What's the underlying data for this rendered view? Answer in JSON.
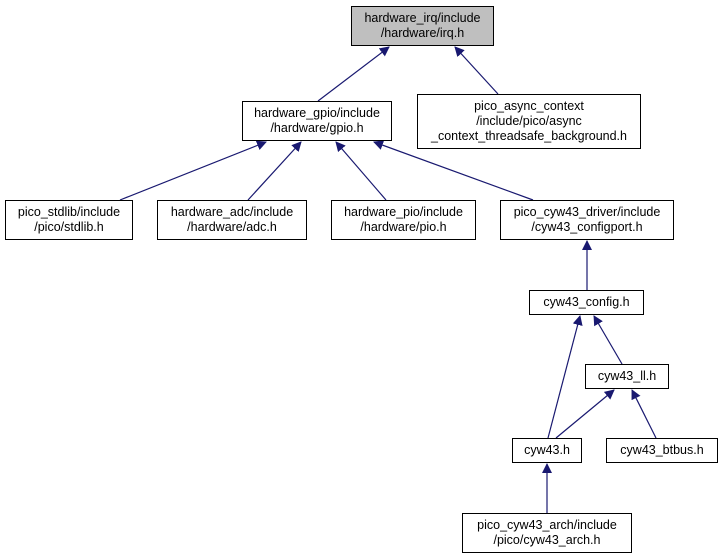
{
  "colors": {
    "edge": "#191970",
    "node_border": "#000000",
    "root_fill": "#bfbfbf",
    "node_fill": "#ffffff"
  },
  "nodes": {
    "irq_h": {
      "lines": [
        "hardware_irq/include",
        "/hardware/irq.h"
      ]
    },
    "gpio_h": {
      "lines": [
        "hardware_gpio/include",
        "/hardware/gpio.h"
      ]
    },
    "async_tsb": {
      "lines": [
        "pico_async_context",
        "/include/pico/async",
        "_context_threadsafe_background.h"
      ]
    },
    "stdlib_h": {
      "lines": [
        "pico_stdlib/include",
        "/pico/stdlib.h"
      ]
    },
    "adc_h": {
      "lines": [
        "hardware_adc/include",
        "/hardware/adc.h"
      ]
    },
    "pio_h": {
      "lines": [
        "hardware_pio/include",
        "/hardware/pio.h"
      ]
    },
    "cfgport_h": {
      "lines": [
        "pico_cyw43_driver/include",
        "/cyw43_configport.h"
      ]
    },
    "config_h": {
      "lines": [
        "cyw43_config.h"
      ]
    },
    "ll_h": {
      "lines": [
        "cyw43_ll.h"
      ]
    },
    "cyw43_h": {
      "lines": [
        "cyw43.h"
      ]
    },
    "btbus_h": {
      "lines": [
        "cyw43_btbus.h"
      ]
    },
    "arch_h": {
      "lines": [
        "pico_cyw43_arch/include",
        "/pico/cyw43_arch.h"
      ]
    }
  }
}
